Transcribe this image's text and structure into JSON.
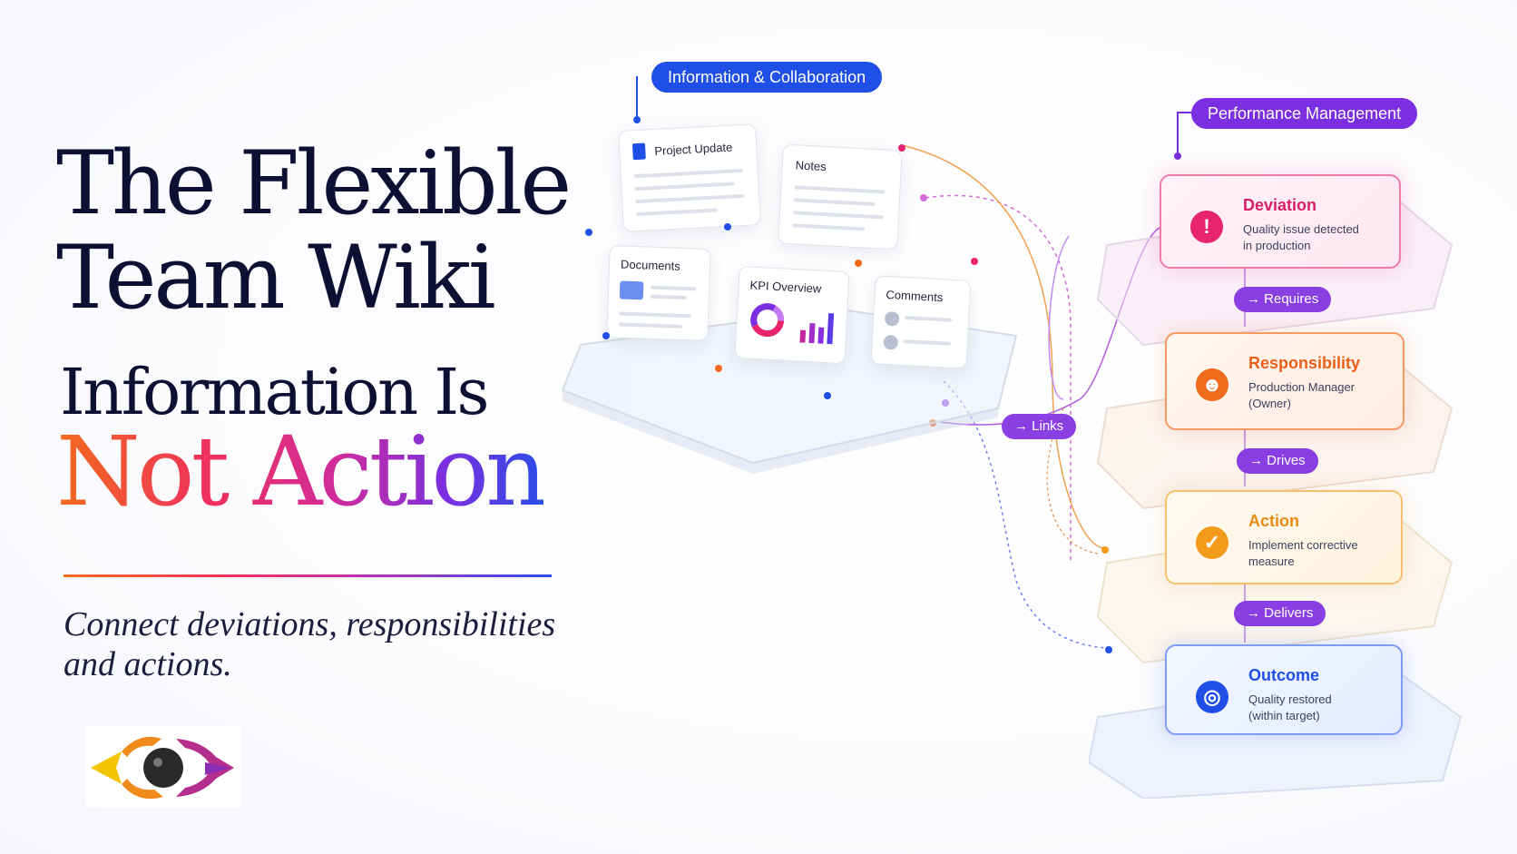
{
  "headline": {
    "line1": "The Flexible",
    "line2": "Team Wiki",
    "line3": "Information Is",
    "line4": "Not Action"
  },
  "subtitle": "Connect deviations, responsibilities and actions.",
  "left_group": {
    "label": "Information & Collaboration",
    "cards": {
      "project_update": "Project Update",
      "notes": "Notes",
      "documents": "Documents",
      "kpi_overview": "KPI Overview",
      "comments": "Comments"
    }
  },
  "connector_links": "→ Links",
  "right_group": {
    "label": "Performance Management",
    "steps": [
      {
        "title": "Deviation",
        "desc1": "Quality issue detected",
        "desc2": "in production",
        "icon": "exclamation-icon",
        "color": "#e8246d"
      },
      {
        "title": "Responsibility",
        "desc1": "Production Manager",
        "desc2": "(Owner)",
        "icon": "person-icon",
        "color": "#f06a1c"
      },
      {
        "title": "Action",
        "desc1": "Implement corrective",
        "desc2": "measure",
        "icon": "check-icon",
        "color": "#f39a1a"
      },
      {
        "title": "Outcome",
        "desc1": "Quality restored",
        "desc2": "(within target)",
        "icon": "target-icon",
        "color": "#1f4fe6"
      }
    ],
    "relations": [
      "→ Requires",
      "→ Drives",
      "→ Delivers"
    ]
  },
  "colors": {
    "blue": "#1f4fe6",
    "purple": "#7b2fe0",
    "navy": "#0d1033"
  }
}
